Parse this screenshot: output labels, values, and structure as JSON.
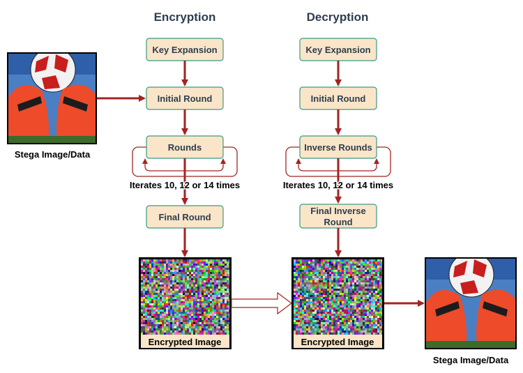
{
  "encryption": {
    "heading": "Encryption",
    "steps": [
      "Key Expansion",
      "Initial Round",
      "Rounds",
      "Final Round"
    ],
    "loop_caption": "Iterates 10, 12 or 14 times",
    "output_label": "Encrypted Image"
  },
  "decryption": {
    "heading": "Decryption",
    "steps": [
      "Key Expansion",
      "Initial Round",
      "Inverse Rounds",
      "Final Inverse",
      "Round"
    ],
    "loop_caption": "Iterates 10, 12 or 14 times",
    "input_label": "Encrypted Image"
  },
  "input_image": {
    "caption": "Stega Image/Data"
  },
  "output_image": {
    "caption": "Stega Image/Data"
  },
  "colors": {
    "box_fill": "#fae5c8",
    "box_stroke": "#3a9b83",
    "arrow": "#a32323",
    "heading_text": "#2d3e4f"
  }
}
